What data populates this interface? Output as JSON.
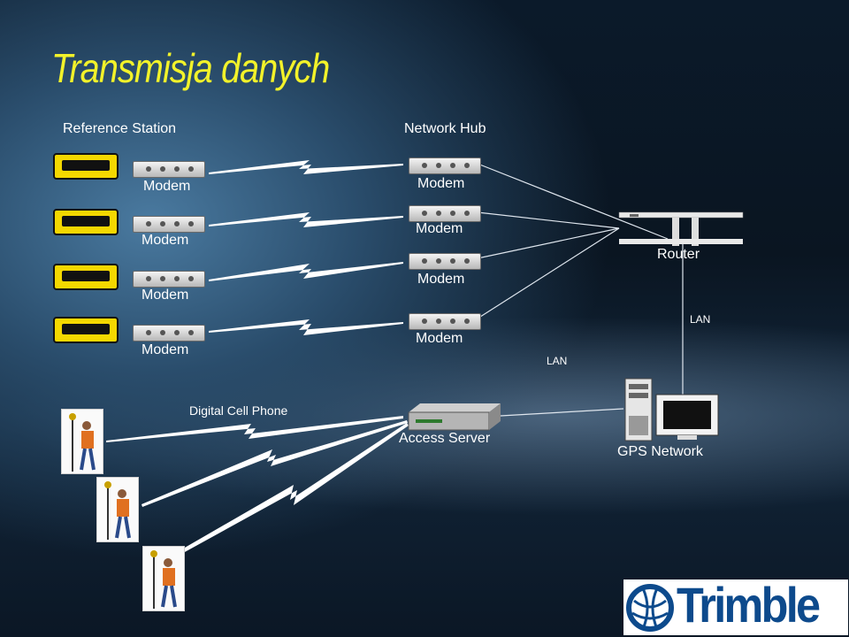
{
  "title": "Transmisja danych",
  "labels": {
    "reference_station": "Reference Station",
    "network_hub": "Network Hub",
    "modem": "Modem",
    "router": "Router",
    "lan": "LAN",
    "digital_cell_phone": "Digital Cell Phone",
    "access_server": "Access Server",
    "gps_network": "GPS Network"
  },
  "logo": {
    "text": "Trimble"
  },
  "colors": {
    "title": "#f2f22a",
    "logo_blue": "#0d4a8c",
    "receiver": "#f4d800"
  }
}
